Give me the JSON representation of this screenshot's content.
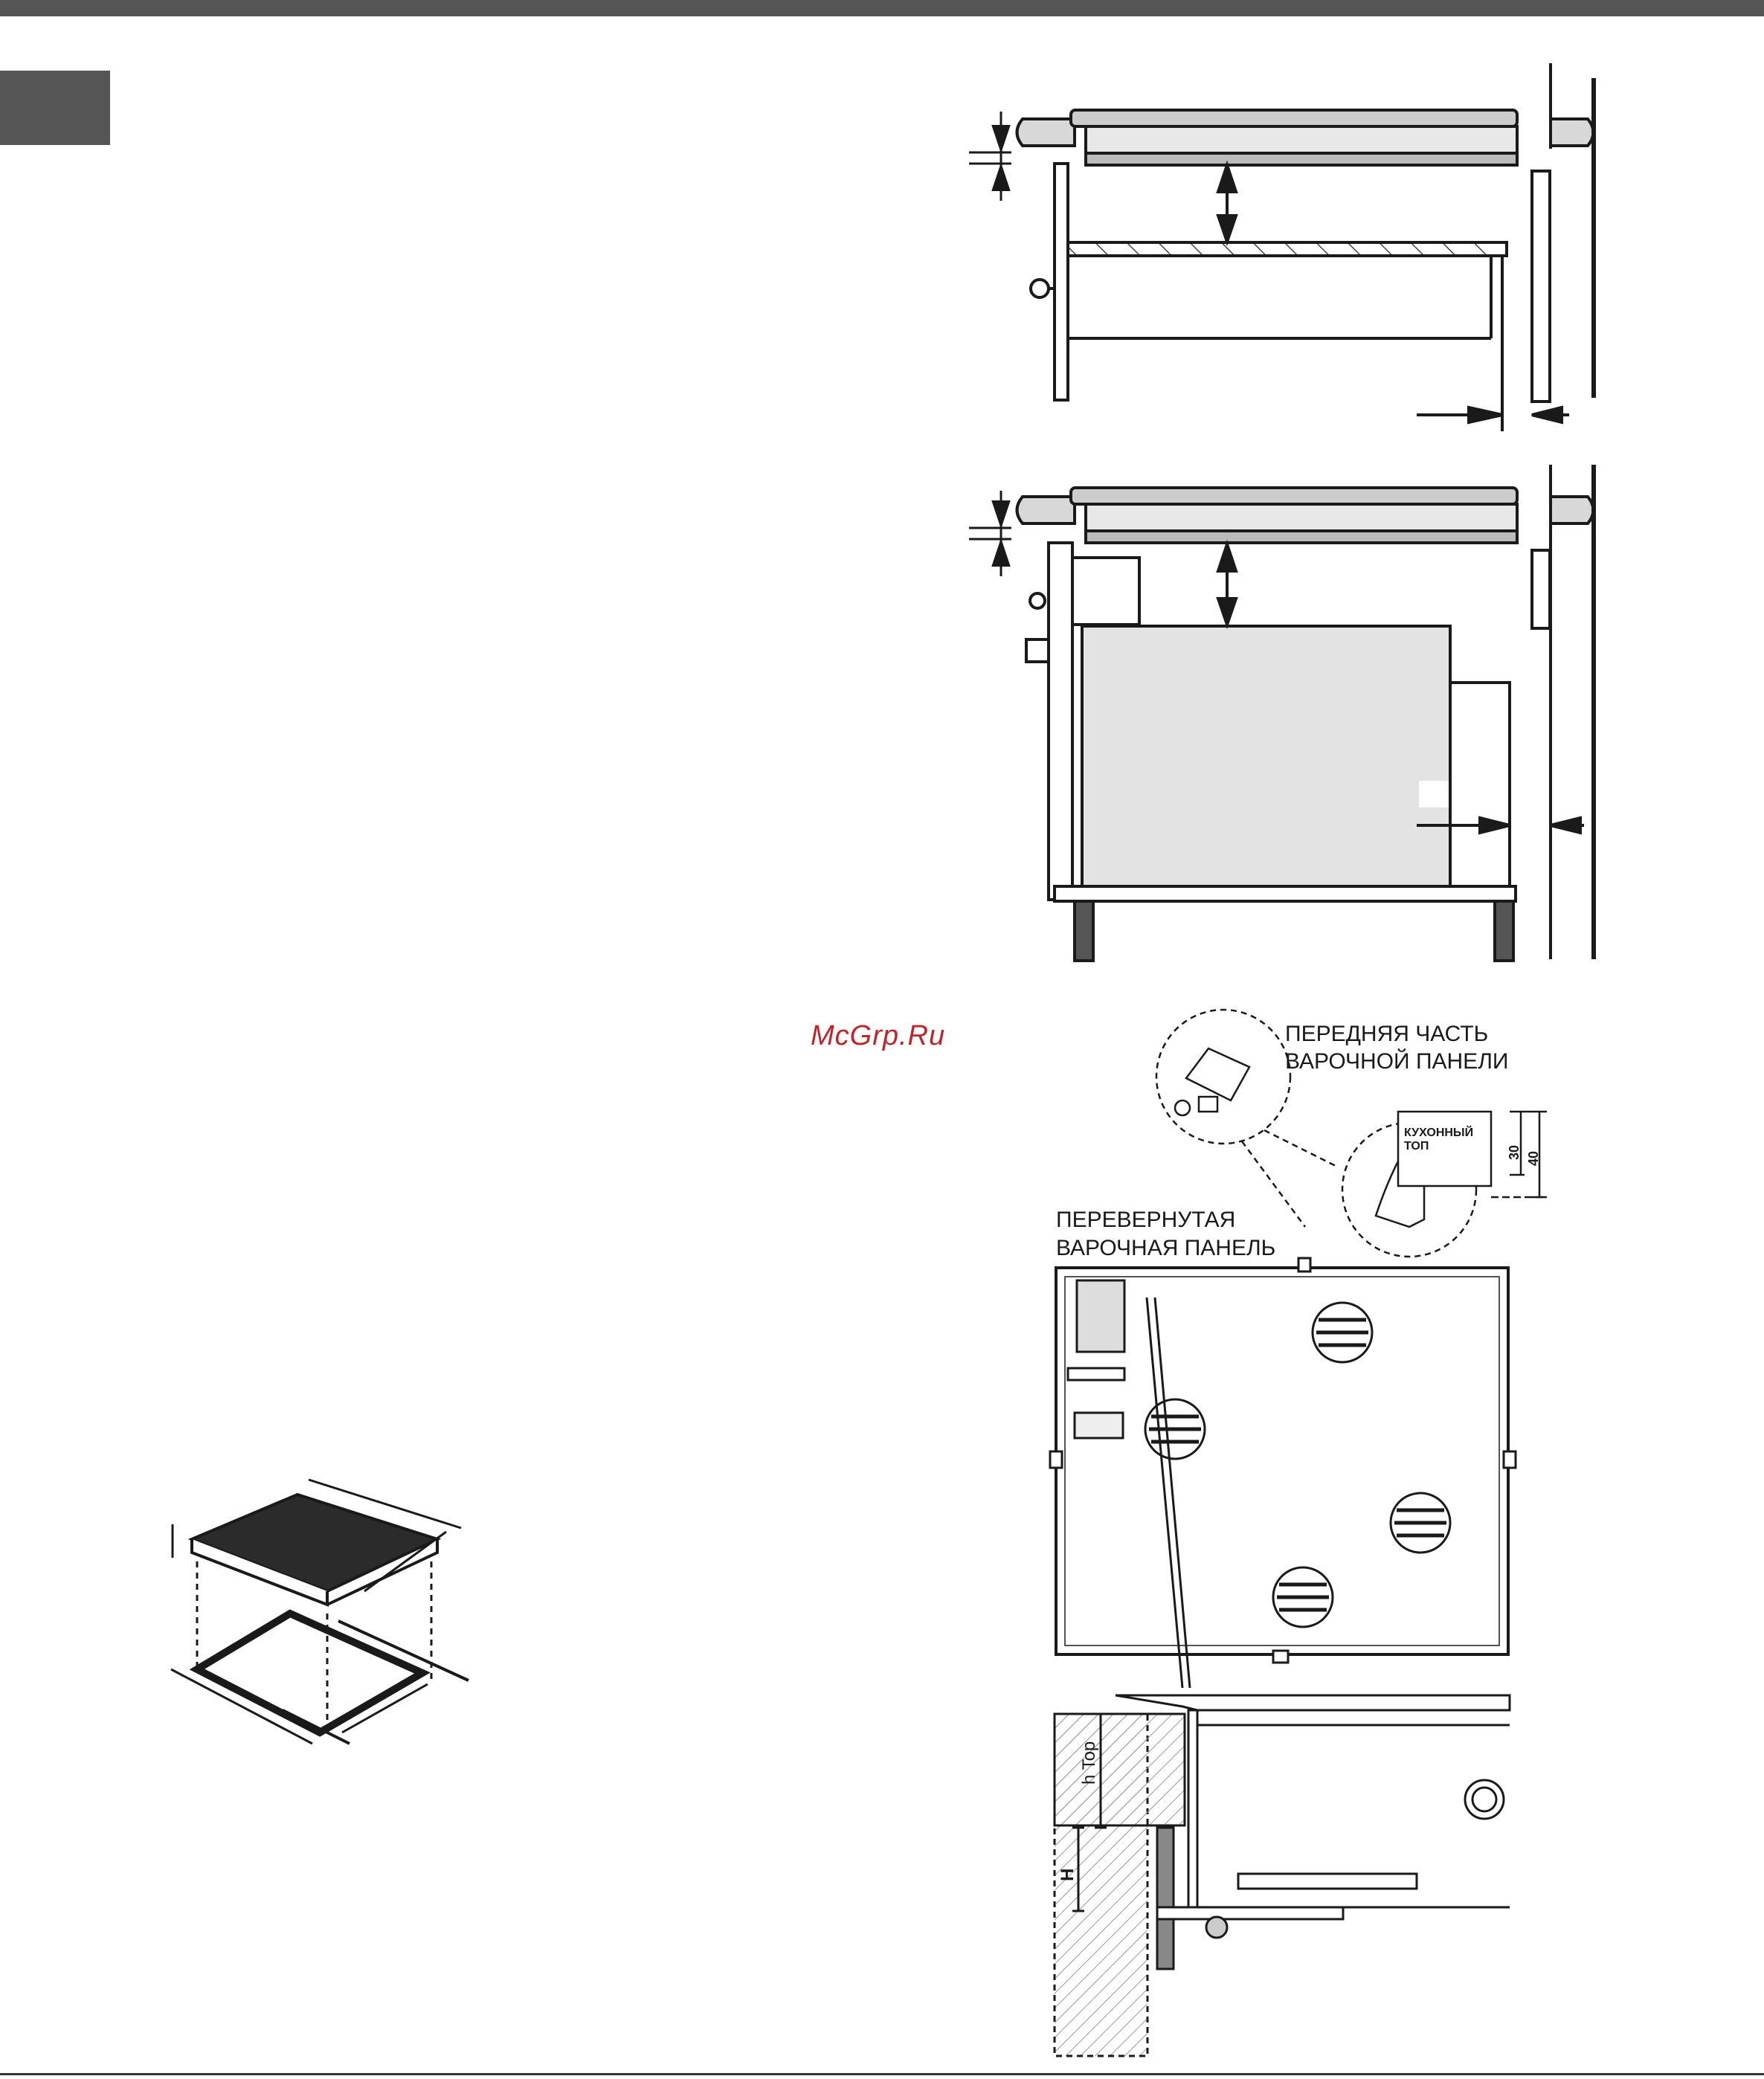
{
  "watermark": "McGrp.Ru",
  "labels": {
    "front_part_line1": "ПЕРЕДНЯЯ ЧАСТЬ",
    "front_part_line2": "ВАРОЧНОЙ ПАНЕЛИ",
    "countertop_line1": "КУХОННЫЙ",
    "countertop_line2": "ТОП",
    "dim_30": "30",
    "dim_40": "40",
    "inverted_line1": "ПЕРЕВЕРНУТАЯ",
    "inverted_line2": "ВАРОЧНАЯ ПАНЕЛЬ",
    "h_top": "h Top",
    "h_upper": "H"
  },
  "colors": {
    "header_bar": "#555555",
    "line": "#1a1a1a",
    "oven_fill": "#e3e3e3",
    "watermark": "#c0242b"
  }
}
